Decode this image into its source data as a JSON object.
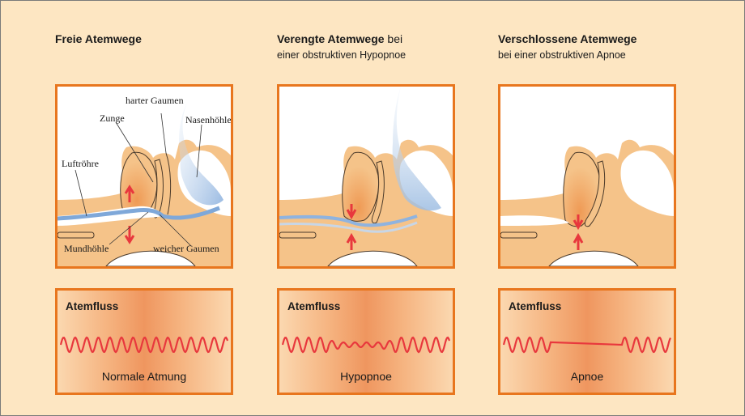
{
  "columns": [
    {
      "title_bold": "Freie Atemwege",
      "title_rest": "",
      "subtitle": "",
      "flow_label": "Atemfluss",
      "flow_caption": "Normale Atmung"
    },
    {
      "title_bold": "Verengte Atemwege",
      "title_rest": " bei",
      "subtitle": "einer obstruktiven Hypopnoe",
      "flow_label": "Atemfluss",
      "flow_caption": "Hypopnoe"
    },
    {
      "title_bold": "Verschlossene Atemwege",
      "title_rest": "",
      "subtitle": "bei einer obstruktiven Apnoe",
      "flow_label": "Atemfluss",
      "flow_caption": "Apnoe"
    }
  ],
  "annotations": {
    "harter_gaumen": "harter Gaumen",
    "zunge": "Zunge",
    "nasenhoehle": "Nasenhöhle",
    "luftroehre": "Luftröhre",
    "mundhoehle": "Mundhöhle",
    "weicher_gaumen": "weicher Gaumen"
  },
  "colors": {
    "background": "#fde6c2",
    "panel_border": "#e8761e",
    "tissue": "#f5c389",
    "airflow": "#a9c6e6",
    "arrow": "#e8383d",
    "wave": "#e8383d"
  }
}
